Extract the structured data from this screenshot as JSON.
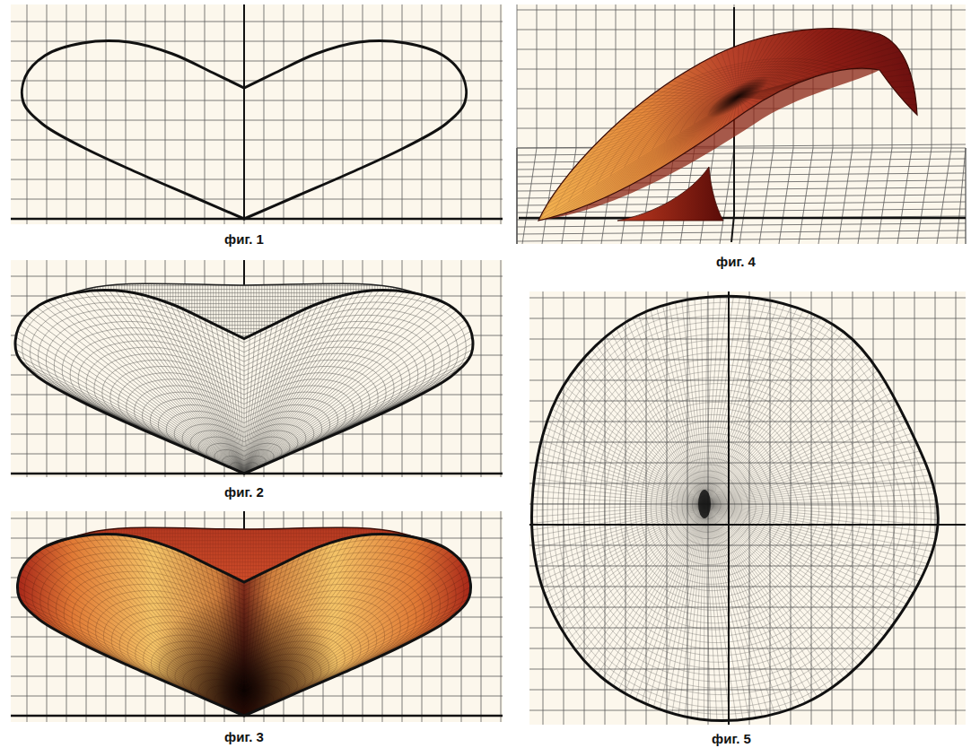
{
  "diagram": {
    "labels": [
      "фиг. 1",
      "фиг. 2",
      "фиг. 3",
      "фиг. 4",
      "фиг. 5"
    ]
  }
}
